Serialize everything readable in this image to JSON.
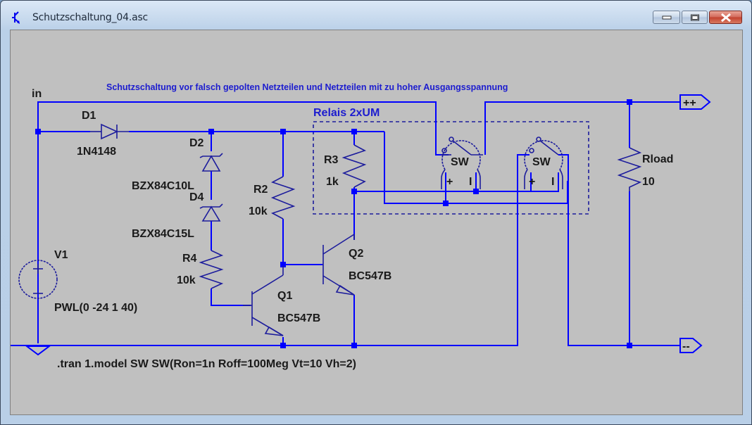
{
  "window": {
    "title": "Schutzschaltung_04.asc",
    "app_icon": "ltspice-transistor-icon",
    "controls": [
      "minimize",
      "maximize",
      "close"
    ]
  },
  "schematic": {
    "comment": "Schutzschaltung vor falsch gepolten Netzteilen und Netzteilen mit zu hoher Ausgangsspannung",
    "relay_box_label": "Relais 2xUM",
    "net_labels": {
      "in": "in",
      "out_pos": "++",
      "out_neg": "--"
    },
    "components": {
      "D1": {
        "name": "D1",
        "value": "1N4148"
      },
      "D2": {
        "name": "D2",
        "value": "BZX84C10L"
      },
      "D4": {
        "name": "D4",
        "value": "BZX84C15L"
      },
      "R2": {
        "name": "R2",
        "value": "10k"
      },
      "R3": {
        "name": "R3",
        "value": "1k"
      },
      "R4": {
        "name": "R4",
        "value": "10k"
      },
      "Q1": {
        "name": "Q1",
        "value": "BC547B"
      },
      "Q2": {
        "name": "Q2",
        "value": "BC547B"
      },
      "V1": {
        "name": "V1",
        "value": "PWL(0 -24 1 40)"
      },
      "Rload": {
        "name": "Rload",
        "value": "10"
      },
      "SW1": {
        "name": "SW",
        "plus": "+",
        "minus": "I"
      },
      "SW2": {
        "name": "SW",
        "plus": "+",
        "minus": "I"
      }
    },
    "directive": ".tran 1.model SW SW(Ron=1n Roff=100Meg Vt=10 Vh=2)"
  }
}
